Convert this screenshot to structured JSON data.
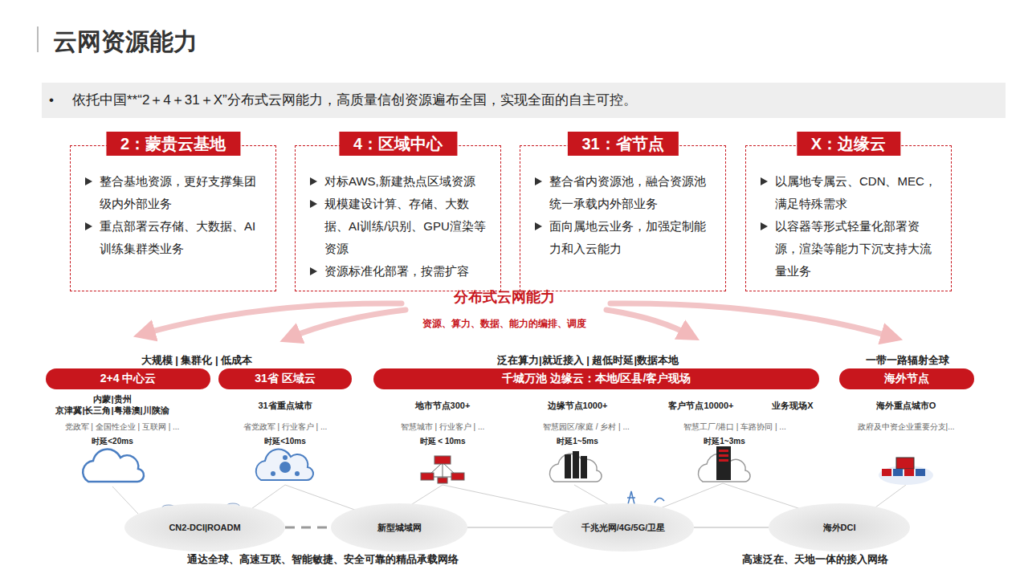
{
  "diagram": {
    "title": "云网资源能力",
    "nodes": [
      {
        "text": [
          "依托中国**“2＋4＋31＋X”分布式云网能力，高质量信创资源遍布全国，实现全面的自主可控。"
        ]
      },
      {
        "text": [
          "2：蒙贵云基地",
          "整合基地资源，更好支撑集团级内外部业务",
          "重点部署云存储、大数据、AI训练集群类业务"
        ]
      },
      {
        "text": [
          "4：区域中心",
          "对标AWS,新建热点区域资源",
          "规模建设计算、存储、大数据、AI训练/识别、GPU渲染等资源",
          "资源标准化部署，按需扩容"
        ]
      },
      {
        "text": [
          "31：省节点",
          "整合省内资源池，融合资源池统一承载内外部业务",
          "面向属地云业务，加强定制能力和入云能力"
        ]
      },
      {
        "text": [
          "X：边缘云",
          "以属地专属云、CDN、MEC，满足特殊需求",
          "以容器等形式轻量化部署资源，渲染等能力下沉支持大流量业务"
        ]
      },
      {
        "text": [
          "2+4 中心云"
        ]
      },
      {
        "text": [
          "31省 区域云"
        ]
      },
      {
        "text": [
          "千城万池 边缘云：本地/区县/客户现场"
        ]
      },
      {
        "text": [
          "海外节点"
        ]
      },
      {
        "text": [
          "CN2-DCI|ROADM"
        ]
      },
      {
        "text": [
          "新型城域网"
        ]
      },
      {
        "text": [
          "千兆光网/4G/5G/卫星"
        ]
      },
      {
        "text": [
          "海外DCI"
        ]
      }
    ],
    "edges": [
      {
        "from": 9,
        "to": 10,
        "arrow": "none"
      },
      {
        "from": 10,
        "to": 11,
        "arrow": "none"
      },
      {
        "from": 11,
        "to": 12,
        "arrow": "none"
      }
    ],
    "labels": [
      "•",
      "分布式云网能力",
      "资源、算力、数据、能力的编排、调度",
      "大规模 | 集群化 | 低成本",
      "泛在算力|就近接入 | 超低时延|数据本地",
      "一带一路辐射全球",
      "内蒙|贵州",
      "京津冀|长三角|粤港澳|川陕渝",
      "党政军 | 全国性企业 | 互联网 | ...",
      "时延<20ms",
      "31省重点城市",
      "省党政军 | 行业客户 | ...",
      "时延<10ms",
      "地市节点300+",
      "智慧城市 | 行业客户 | ...",
      "时延 < 10ms",
      "边缘节点1000+",
      "智慧园区/家庭 / 乡村 | ...",
      "时延1~5ms",
      "客户节点10000+",
      "智慧工厂/港口 | 车路协同 | ...",
      "时延1~3ms",
      "业务现场X",
      "海外重点城市O",
      "政府及中资企业重要分支|...",
      "通达全球、高速互联、智能敏捷、安全可靠的精品承载网络",
      "高速泛在、天地一体的接入网络"
    ]
  }
}
